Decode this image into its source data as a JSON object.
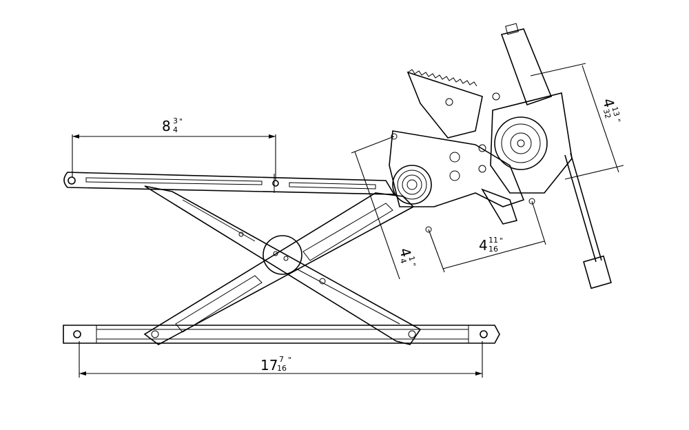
{
  "title": "Power window regulator with motor - dimension drawing",
  "dimensions": {
    "top_rail_hole_spacing": {
      "whole": "8",
      "num": "3",
      "den": "4",
      "unit": "\""
    },
    "bottom_rail_length": {
      "whole": "17",
      "num": "7",
      "den": "16",
      "unit": "\""
    },
    "motor_mount_spacing": {
      "whole": "4",
      "num": "11",
      "den": "16",
      "unit": "\""
    },
    "bracket_offset": {
      "whole": "4",
      "num": "1",
      "den": "4",
      "unit": "\""
    },
    "motor_height": {
      "whole": "4",
      "num": "13",
      "den": "32",
      "unit": "\""
    }
  }
}
